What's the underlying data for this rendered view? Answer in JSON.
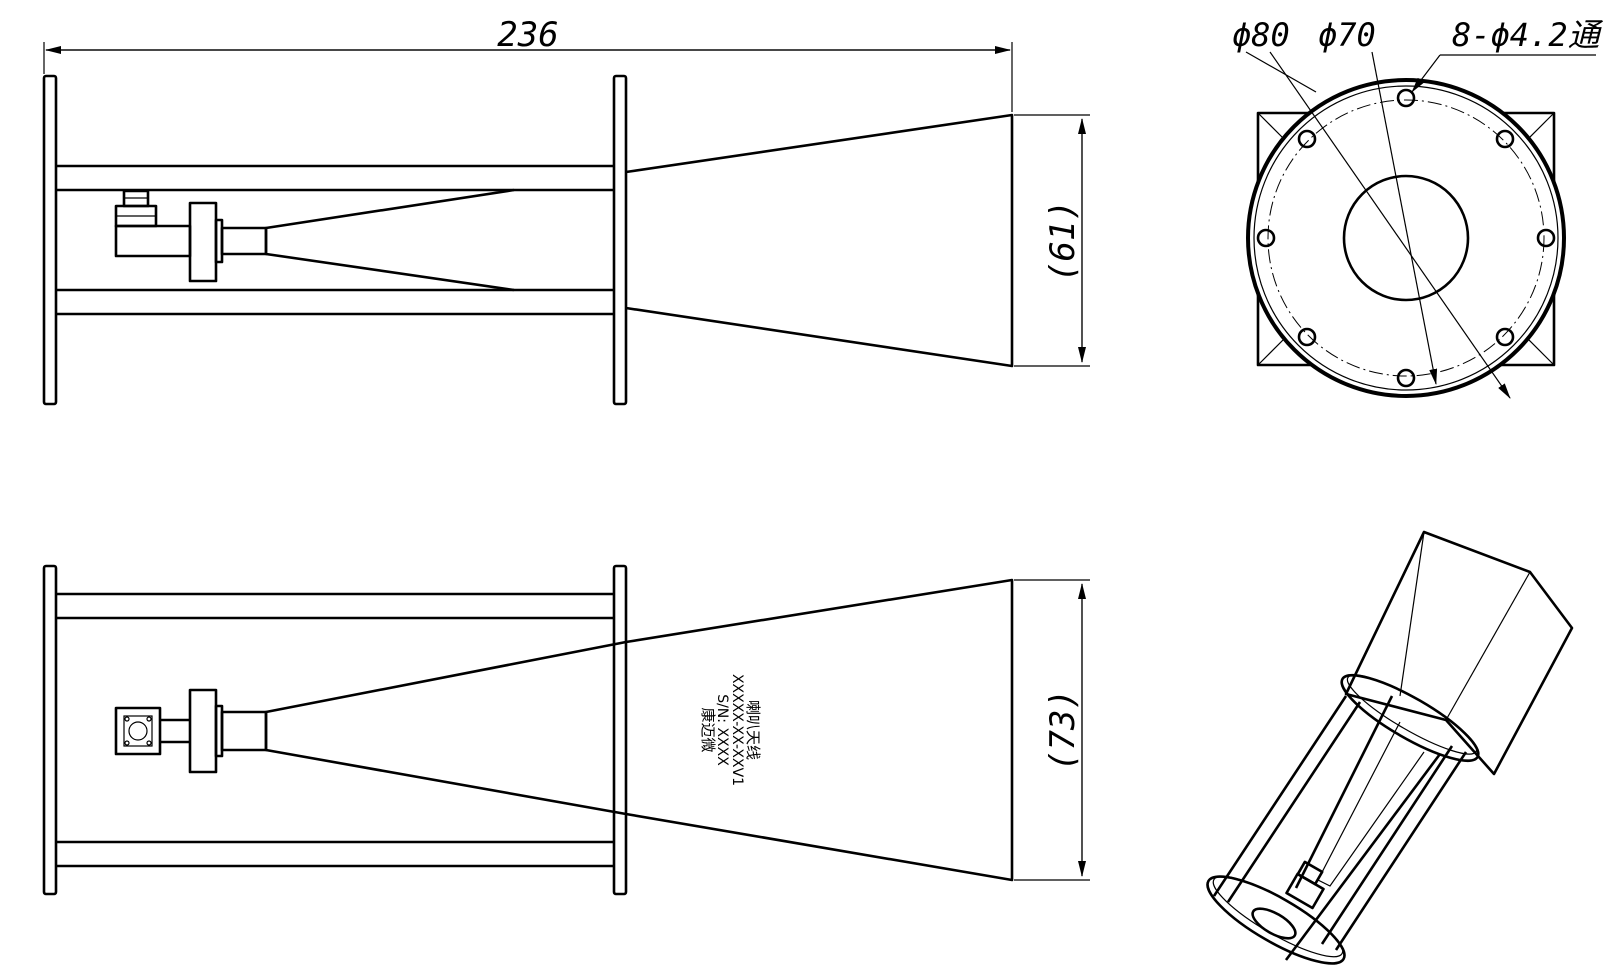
{
  "dimensions": {
    "overall_length": "236",
    "mouth_height_top_view": "(61)",
    "mouth_height_side_view": "(73)",
    "flange_outer_dia": "ϕ80",
    "bolt_circle_dia": "ϕ70",
    "holes": "8-ϕ4.2通"
  },
  "nameplate": {
    "line1": "喇叭天线",
    "line2": "XXXXX-XX-XXV1",
    "line3": "S/N: XXXX",
    "line4": "康迈微"
  },
  "colors": {
    "line": "#000000",
    "background": "#ffffff"
  }
}
